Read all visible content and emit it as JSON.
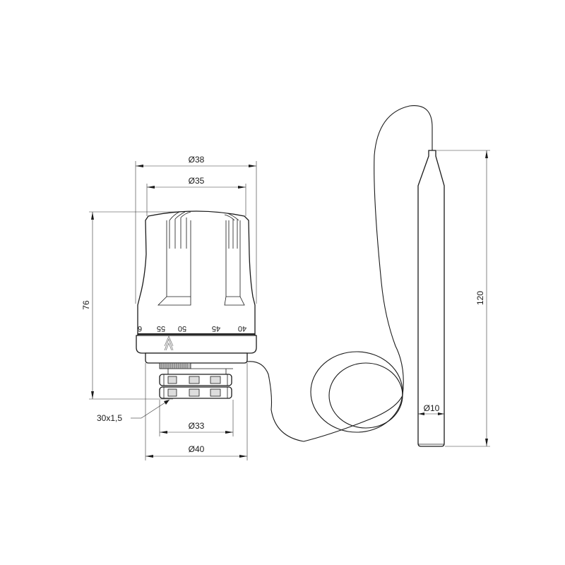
{
  "drawing": {
    "subject": "Thermostatic head with remote capillary sensor",
    "line_color": "#1a1a1a",
    "background": "#ffffff"
  },
  "dimensions": {
    "top_outer_diameter": "Ø38",
    "top_inner_diameter": "Ø35",
    "height": "76",
    "thread": "30x1,5",
    "nut_diameter": "Ø33",
    "base_diameter": "Ø40",
    "sensor_length": "120",
    "sensor_diameter": "Ø10"
  },
  "scale_markings": [
    "6",
    "55",
    "50",
    "45",
    "40"
  ]
}
